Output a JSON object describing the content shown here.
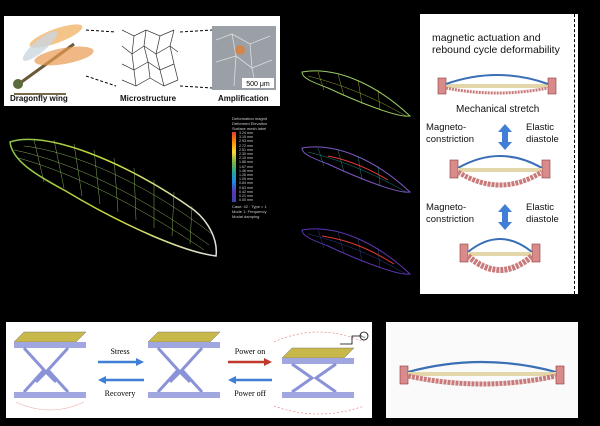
{
  "top_panel": {
    "labels": [
      "Dragonfly wing",
      "Microstructure",
      "Amplification"
    ],
    "scale_bar": "500 μm"
  },
  "fem": {
    "legend_header": [
      "Deformation magnit",
      "Deformed Elevation",
      "Surface mesh label"
    ],
    "legend_values": [
      "3.24 mm",
      "3.15 mm",
      "2.93 mm",
      "2.72 mm",
      "2.51 mm",
      "2.30 mm",
      "2.10 mm",
      "1.88 mm",
      "1.67 mm",
      "1.46 mm",
      "1.26 mm",
      "1.05 mm",
      "0.84 mm",
      "0.63 mm",
      "0.42 mm",
      "0.21 mm",
      "0.00 mm"
    ],
    "legend_footer": [
      "Case: 42 : Type = 1",
      "Mode 1: Frequency",
      "Modal damping"
    ]
  },
  "right_panel": {
    "title": "magnetic actuation and rebound cycle deformability",
    "mechanical_stretch": "Mechanical stretch",
    "magneto_constriction": "Magneto-\nconstriction",
    "elastic_diastole": "Elastic\ndiastole",
    "magneto_constriction_2": "Magneto-\nconstriction",
    "elastic_diastole_2": "Elastic\ndiastole"
  },
  "bottom_panel": {
    "stress": "Stress",
    "recovery": "Recovery",
    "power_on": "Power on",
    "power_off": "Power off"
  },
  "colors": {
    "background": "#000000",
    "membrane": "#3a6fb5",
    "support": "#d98a8a",
    "arrow_blue": "#3f7fd6",
    "arrow_red": "#c0392b",
    "lattice": "#8a93d8",
    "plate": "#c8b84a"
  }
}
